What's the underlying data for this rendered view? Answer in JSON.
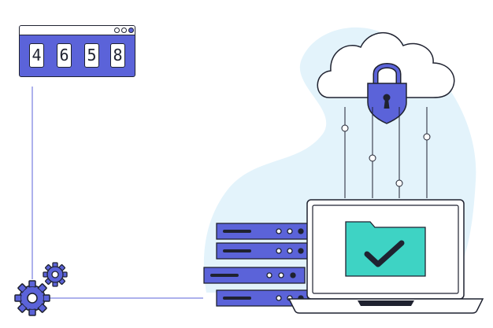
{
  "code_window": {
    "digits": [
      "4",
      "6",
      "5",
      "8"
    ]
  },
  "colors": {
    "accent": "#5b63d9",
    "folder": "#3ed3c4",
    "blob": "#e3f3fb",
    "outline": "#1f2230",
    "connector": "#5b63d9"
  },
  "icons": [
    "cloud-icon",
    "padlock-shield-icon",
    "gear-icon",
    "server-rack-icon",
    "laptop-icon",
    "folder-check-icon"
  ]
}
